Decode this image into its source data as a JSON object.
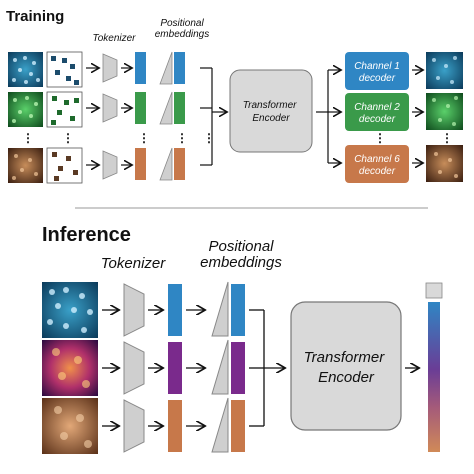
{
  "training": {
    "title": "Training",
    "tokenizer_label": "Tokenizer",
    "positional_label": "Positional\nembeddings",
    "encoder_label": "Transformer\nEncoder",
    "decoders": [
      "Channel 1\ndecoder",
      "Channel 2\ndecoder",
      "Channel 6\ndecoder"
    ],
    "ellipsis": "⋮"
  },
  "inference": {
    "title": "Inference",
    "tokenizer_label": "Tokenizer",
    "positional_label": "Positional\nembeddings",
    "encoder_label": "Transformer\nEncoder"
  },
  "colors": {
    "channel_blue": "#2f86c4",
    "channel_green": "#3a9a4a",
    "channel_orange": "#c7784a",
    "channel_purple": "#7a2a8c",
    "encoder_fill": "#d9d9d9",
    "shape_gray": "#cfcfcf",
    "divider": "#cccccc"
  }
}
